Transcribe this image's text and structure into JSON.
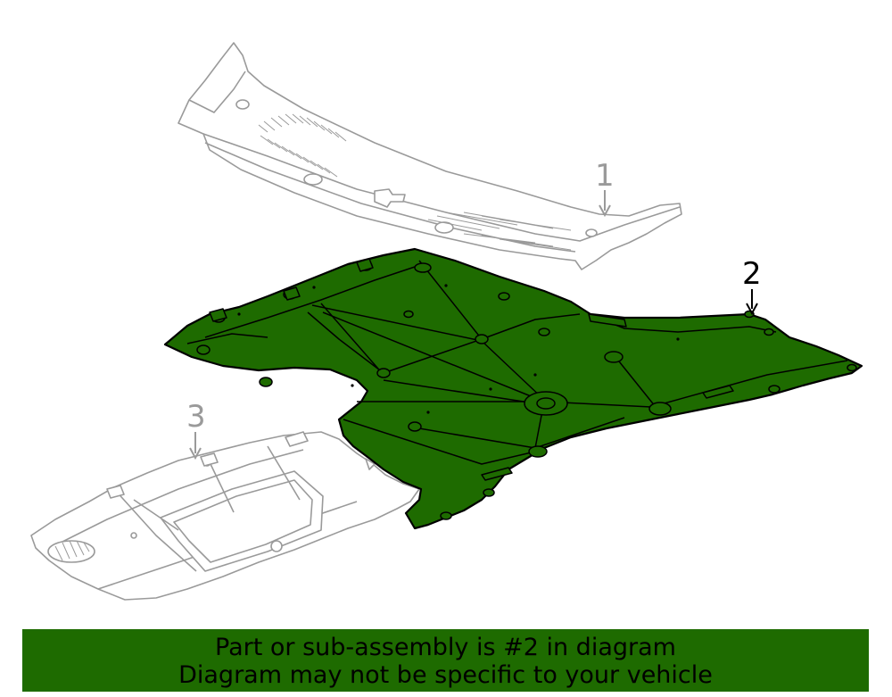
{
  "diagram": {
    "callouts": [
      {
        "label": "1"
      },
      {
        "label": "2"
      },
      {
        "label": "3"
      }
    ],
    "colors": {
      "highlight_fill": "#1e6b00",
      "highlight_stroke": "#000000",
      "ghost_stroke": "#9a9a9a",
      "banner_bg": "#1e6b00"
    }
  },
  "banner": {
    "line1": "Part or sub-assembly is #2 in diagram",
    "line2": "Diagram may not be specific to your vehicle"
  }
}
